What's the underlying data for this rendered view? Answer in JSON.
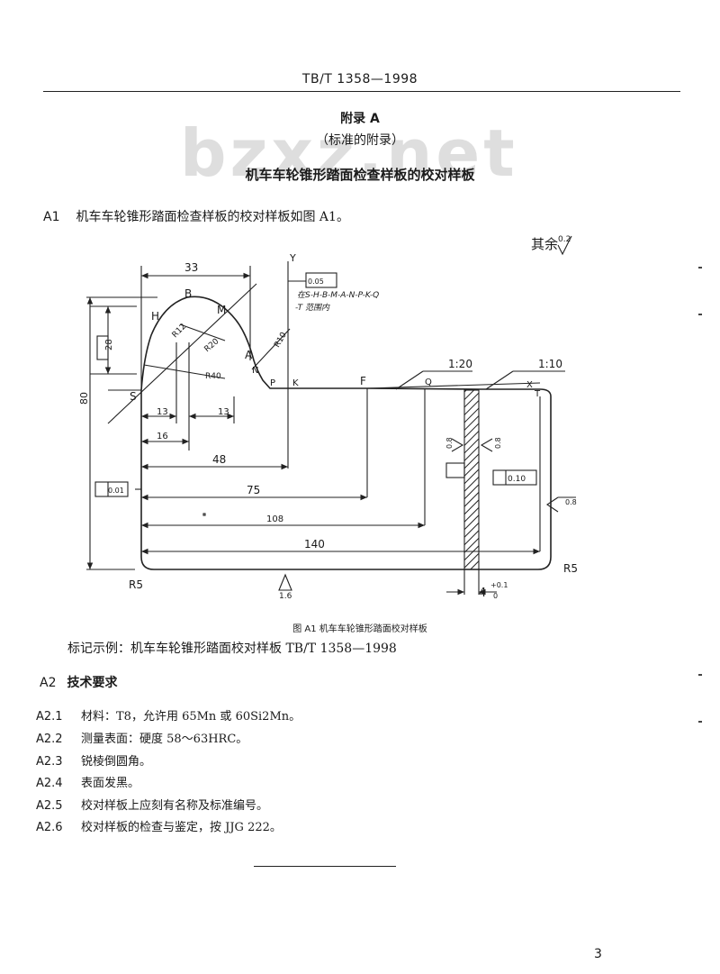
{
  "header": {
    "standard_code": "TB/T 1358—1998"
  },
  "watermark": "bzxz.net",
  "appendix": {
    "label": "附录 A",
    "type": "（标准的附录）",
    "title": "机车车轮锥形踏面检查样板的校对样板"
  },
  "clause_a1": {
    "number": "A1",
    "text": "机车车轮锥形踏面检查样板的校对样板如图 A1。"
  },
  "drawing": {
    "roughness_note": "其余",
    "roughness_value": "0.2",
    "profile_note_line1": "在S-H-B-M-A-N-P-K-Q",
    "profile_note_line2": "-T 范围内",
    "dimensions": {
      "d33": "33",
      "d28": "28",
      "d80": "80",
      "d13a": "13",
      "d13b": "13",
      "d16": "16",
      "d48": "48",
      "d75": "75",
      "d108": "108",
      "d140": "140",
      "d4": "4",
      "d4_tol_upper": "+0.1",
      "d4_tol_lower": "0",
      "r12": "R12",
      "r20": "R20",
      "r40": "R40",
      "r10": "R10",
      "r5_left": "R5",
      "r5_right": "R5",
      "slope1": "1:20",
      "slope2": "1:10"
    },
    "points": {
      "H": "H",
      "B": "B",
      "M": "M",
      "A": "A",
      "N": "N",
      "P": "P",
      "K": "K",
      "F": "F",
      "Q": "Q",
      "S": "S",
      "Y": "Y",
      "X": "X",
      "T": "T"
    },
    "tolerances": {
      "top_profile": "0.05",
      "left_flat": "0.01",
      "right_sq": "0.10",
      "rough_left": "0.8",
      "rough_right": "0.8",
      "rough_bottom": "1.6",
      "rough_right_edge": "0.8"
    }
  },
  "figure_caption": "图 A1   机车车轮锥形踏面校对样板",
  "marking_example": "标记示例：机车车轮锥形踏面校对样板   TB/T 1358—1998",
  "clause_a2": {
    "number": "A2",
    "title": "技术要求",
    "items": [
      {
        "number": "A2.1",
        "text": "材料：T8，允许用 65Mn 或 60Si2Mn。"
      },
      {
        "number": "A2.2",
        "text": "测量表面：硬度 58～63HRC。"
      },
      {
        "number": "A2.3",
        "text": "锐棱倒圆角。"
      },
      {
        "number": "A2.4",
        "text": "表面发黑。"
      },
      {
        "number": "A2.5",
        "text": "校对样板上应刻有名称及标准编号。"
      },
      {
        "number": "A2.6",
        "text": "校对样板的检查与鉴定，按 JJG 222。"
      }
    ]
  },
  "page_number": "3"
}
